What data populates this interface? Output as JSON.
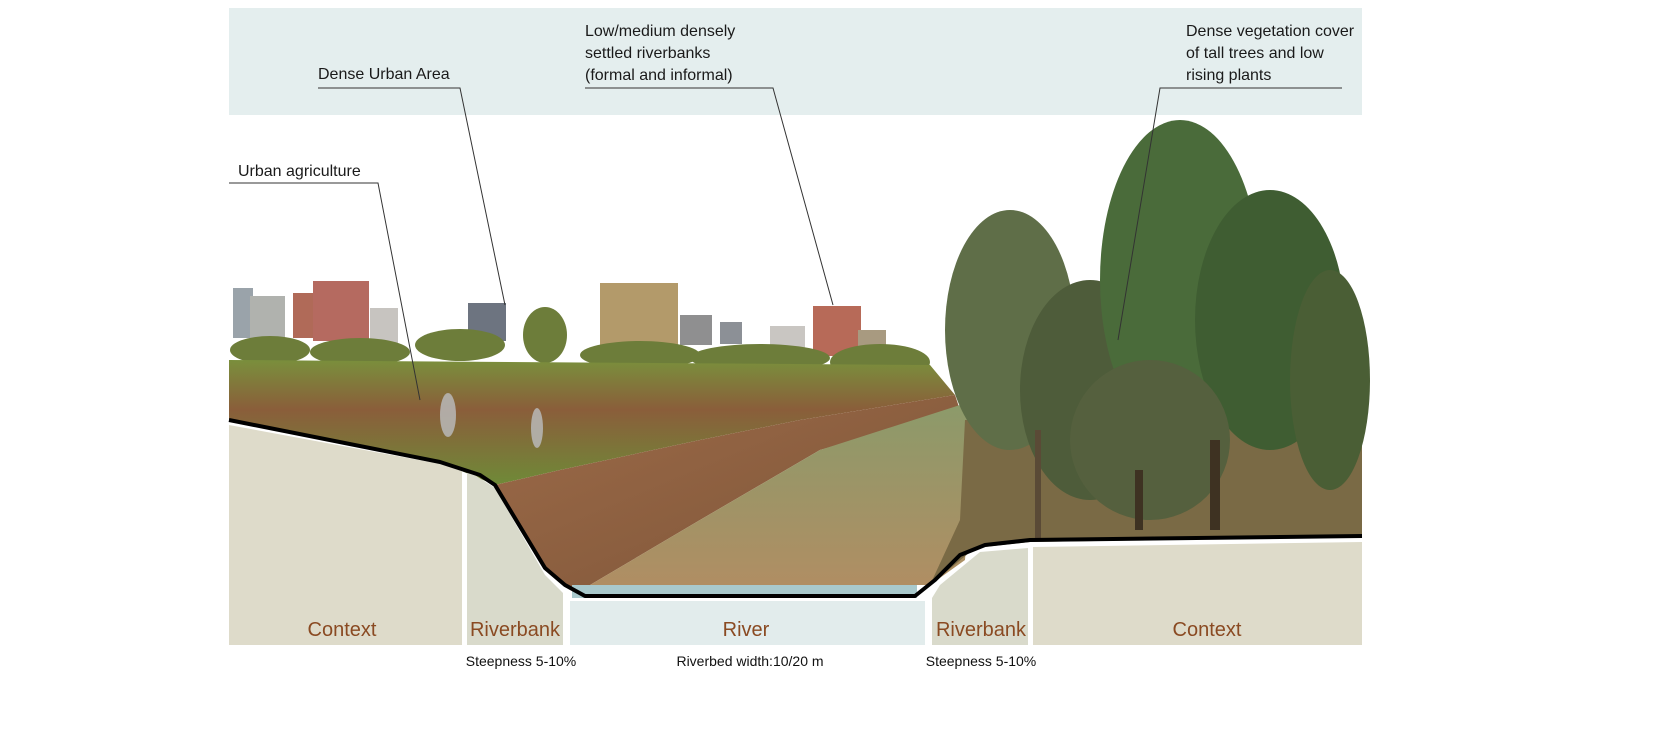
{
  "callouts": {
    "urban_agriculture": "Urban agriculture",
    "dense_urban": "Dense Urban Area",
    "settled": [
      "Low/medium densely",
      "settled riverbanks",
      "(formal and informal)"
    ],
    "vegetation": [
      "Dense vegetation cover",
      "of tall trees and low",
      "rising plants"
    ]
  },
  "zones": {
    "context_left": "Context",
    "riverbank_left": "Riverbank",
    "river": "River",
    "riverbank_right": "Riverbank",
    "context_right": "Context"
  },
  "measurements": {
    "steepness_left": "Steepness 5-10%",
    "riverbed_width": "Riverbed width:10/20 m",
    "steepness_right": "Steepness 5-10%"
  },
  "colors": {
    "header_band": "#e4eeee",
    "context": "#dedbca",
    "riverbank": "#d9dacb",
    "river_zone": "#e2ecec",
    "label": "#8a4a22"
  }
}
